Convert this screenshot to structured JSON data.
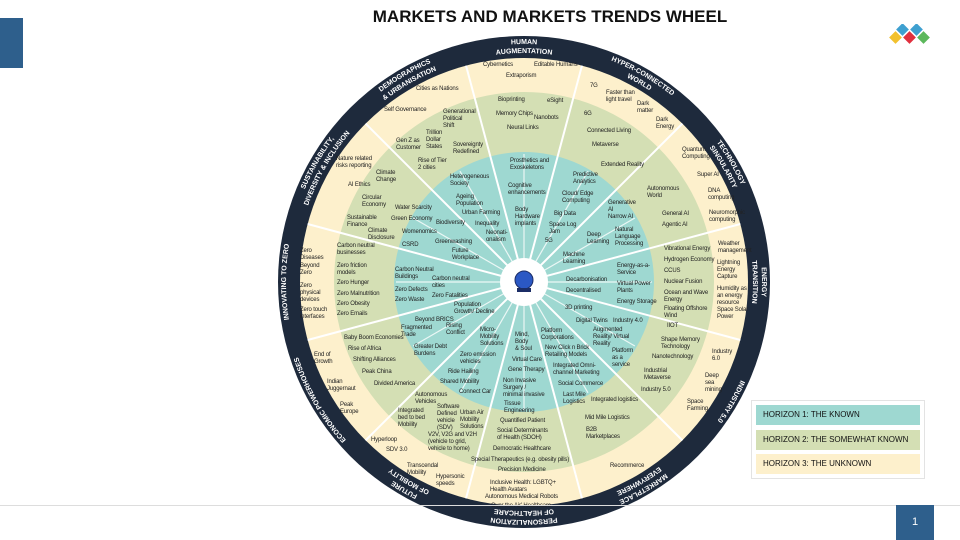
{
  "title": "MARKETS AND MARKETS TRENDS WHEEL",
  "page_number": "1",
  "colors": {
    "horizon1": "#9ed8d1",
    "horizon2": "#d4dfb4",
    "horizon3": "#fdf0cc",
    "band": "#1e2a3c",
    "accent": "#2e5f8c"
  },
  "legend": [
    "HORIZON 1: THE KNOWN",
    "HORIZON 2: THE SOMEWHAT KNOWN",
    "HORIZON 3: THE UNKNOWN"
  ],
  "center_icon": "crystal-ball-icon",
  "wheel": {
    "sectors": [
      {
        "label": [
          "HUMAN",
          "AUGMENTATION"
        ],
        "items": [
          "Cybernetics",
          "Editable Humans",
          "Extraporism",
          "Bioprinting",
          "eSight",
          "Memory Chips",
          "Nanobots",
          "Neural Links",
          "Prosthetics and\nExoskeletons",
          "Cognitive\nenhancements",
          "Body\nHardware\nimplants"
        ]
      },
      {
        "label": [
          "HYPER-CONNECTED",
          "WORLD"
        ],
        "items": [
          "7G",
          "Faster than\nlight travel",
          "Dark\nmatter",
          "Dark\nEnergy",
          "6G",
          "Connected Living",
          "Metaverse",
          "Extended Reality",
          "Predictive\nAnalytics",
          "Cloud/ Edge\nComputing",
          "Big Data",
          "Space Log\nJam",
          "5G"
        ]
      },
      {
        "label": [
          "TECHNOLOGY",
          "SINGULARITY"
        ],
        "items": [
          "Quantum\nComputing",
          "Super AI",
          "DNA\ncomputing",
          "Neuromorphic\ncomputing",
          "Autonomous\nWorld",
          "General AI",
          "Agentic AI",
          "Generative\nAI\nNarrow AI",
          "Deep\nLearning",
          "Natural\nLanguage\nProcessing",
          "Machine\nLearning"
        ]
      },
      {
        "label": [
          "ENERGY",
          "TRANSITION"
        ],
        "items": [
          "Weather\nmanagement",
          "Lightning\nEnergy\nCapture",
          "Humidity as\nan energy\nresource",
          "Space Solar\nPower",
          "Vibrational Energy",
          "Hydrogen Economy",
          "CCUS",
          "Nuclear Fusion",
          "Ocean and Wave\nEnergy",
          "Floating Offshore\nWind",
          "IIOT",
          "Energy-as-a-\nService",
          "Virtual Power\nPlants",
          "Energy Storage",
          "Decarbonisation",
          "Decentralised"
        ]
      },
      {
        "label": [
          "INDUSTRY 5.0"
        ],
        "items": [
          "Industry\n6.0",
          "Deep\nsea\nmining",
          "Space\nFarming",
          "Shape Memory\nTechnology",
          "Nanotechnology",
          "Industrial\nMetaverse",
          "Industry 5.0",
          "3D printing",
          "Digital Twins",
          "Industry 4.0",
          "Augmented\nReality/ Virtual\nReality",
          "Platform\nas a\nservice"
        ]
      },
      {
        "label": [
          "MARKETPLACE",
          "EVERYWHERE"
        ],
        "items": [
          "Recommerce",
          "Mid Mile Logistics",
          "B2B\nMarketplaces",
          "Integrated  logistics",
          "Last Mile\nLogistics",
          "Social Commerce",
          "Integrated Omni-\nchannel Marketing",
          "New Click n Brick\nRetailing Models",
          "Platform\nCorporations"
        ]
      },
      {
        "label": [
          "PERSONALIZATION",
          "OF HEALTHCARE"
        ],
        "items": [
          "Mind,\nBody\n& Soul",
          "Virtual Care",
          "Gene Therapy",
          "Non Invasive\nSurgery /\nminimal invasive",
          "Tissue\nEngineering",
          "Quantified Patient",
          "Social Determinants\nof Health (SDOH)",
          "Democratic Healthcare",
          "Special Therapeutics (e.g. obesity pills)",
          "Precision Medicine",
          "Inclusive Health: LGBTQ+\nHealth Avatars",
          "Autonomous Medical Robots",
          "Over the Air' Healthcare"
        ]
      },
      {
        "label": [
          "FUTURE",
          "OF MOBILITY"
        ],
        "items": [
          "Micro-\nMobility\nSolutions",
          "Zero emission\nvehicles",
          "Ride Hailing",
          "Shared Mobility",
          "Connect Car",
          "Autonomous\nVehicles",
          "Software\nDefined\nvehicle\n(SDV)",
          "Urban Air\nMobility\nSolutions",
          "Integrated\nbed to bed\nMobility",
          "V2V, V2G and V2H\n(vehicle to grid,\nvehicle to home)",
          "Hyperloop",
          "SDV 3.0",
          "Transcendal\nMobility",
          "Hypersonic\nspeeds"
        ]
      },
      {
        "label": [
          "ECONOMIC POWERHOUSES"
        ],
        "items": [
          "Beyond BRICS",
          "Fragmented\nTrade",
          "Rising\nConflict",
          "Greater Debt\nBurdens",
          "Baby Boom Economies",
          "Rise of Africa",
          "Shifting Alliances",
          "Peak China",
          "Divided America",
          "End of\nGrowth",
          "Indian\nJuggernaut",
          "Peak\nEurope",
          "Population\nGrowth/ Decline"
        ]
      },
      {
        "label": [
          "INNOVATING TO ZERO"
        ],
        "items": [
          "Zero\nDiseases",
          "Beyond\nZero",
          "Zero\nphysical\ndevices",
          "Zero touch\ninterfaces",
          "Carbon neutral\nbusinesses",
          "Zero friction\nmodels",
          "Zero Hunger",
          "Zero Malnutrition",
          "Zero Obesity",
          "Zero Emails",
          "Carbon Neutral\nBuildings",
          "Carbon neutral\ncities",
          "Zero Defects",
          "Zero Fatalities",
          "Zero Waste"
        ]
      },
      {
        "label": [
          "SUSTAINABILITY,",
          "DIVERSITY & INCLUSION"
        ],
        "items": [
          "Nature related\nrisks reporting",
          "Climate\nChange",
          "AI Ethics",
          "Circular\nEconomy",
          "Water Scarcity",
          "Sustainable\nFinance",
          "Green Economy",
          "Climate\nDisclosure",
          "Womenomics",
          "CSRD",
          "Biodiversity",
          "Greenwashing",
          "Future\nWorkplace"
        ]
      },
      {
        "label": [
          "DEMOGRAPHICS",
          "& URBANISATION"
        ],
        "items": [
          "Cities as Nations",
          "Self Governance",
          "Generational\nPolitical\nShift",
          "Trillion\nDollar\nStates",
          "Gen Z as\nCustomer",
          "Sovereignty\nRedefined",
          "Rise of Tier\n2 cities",
          "Heterogeneous\nSociety",
          "Ageing\nPopulation",
          "Urban Farming",
          "Inequality",
          "Neonati-\nonalism"
        ]
      }
    ]
  }
}
